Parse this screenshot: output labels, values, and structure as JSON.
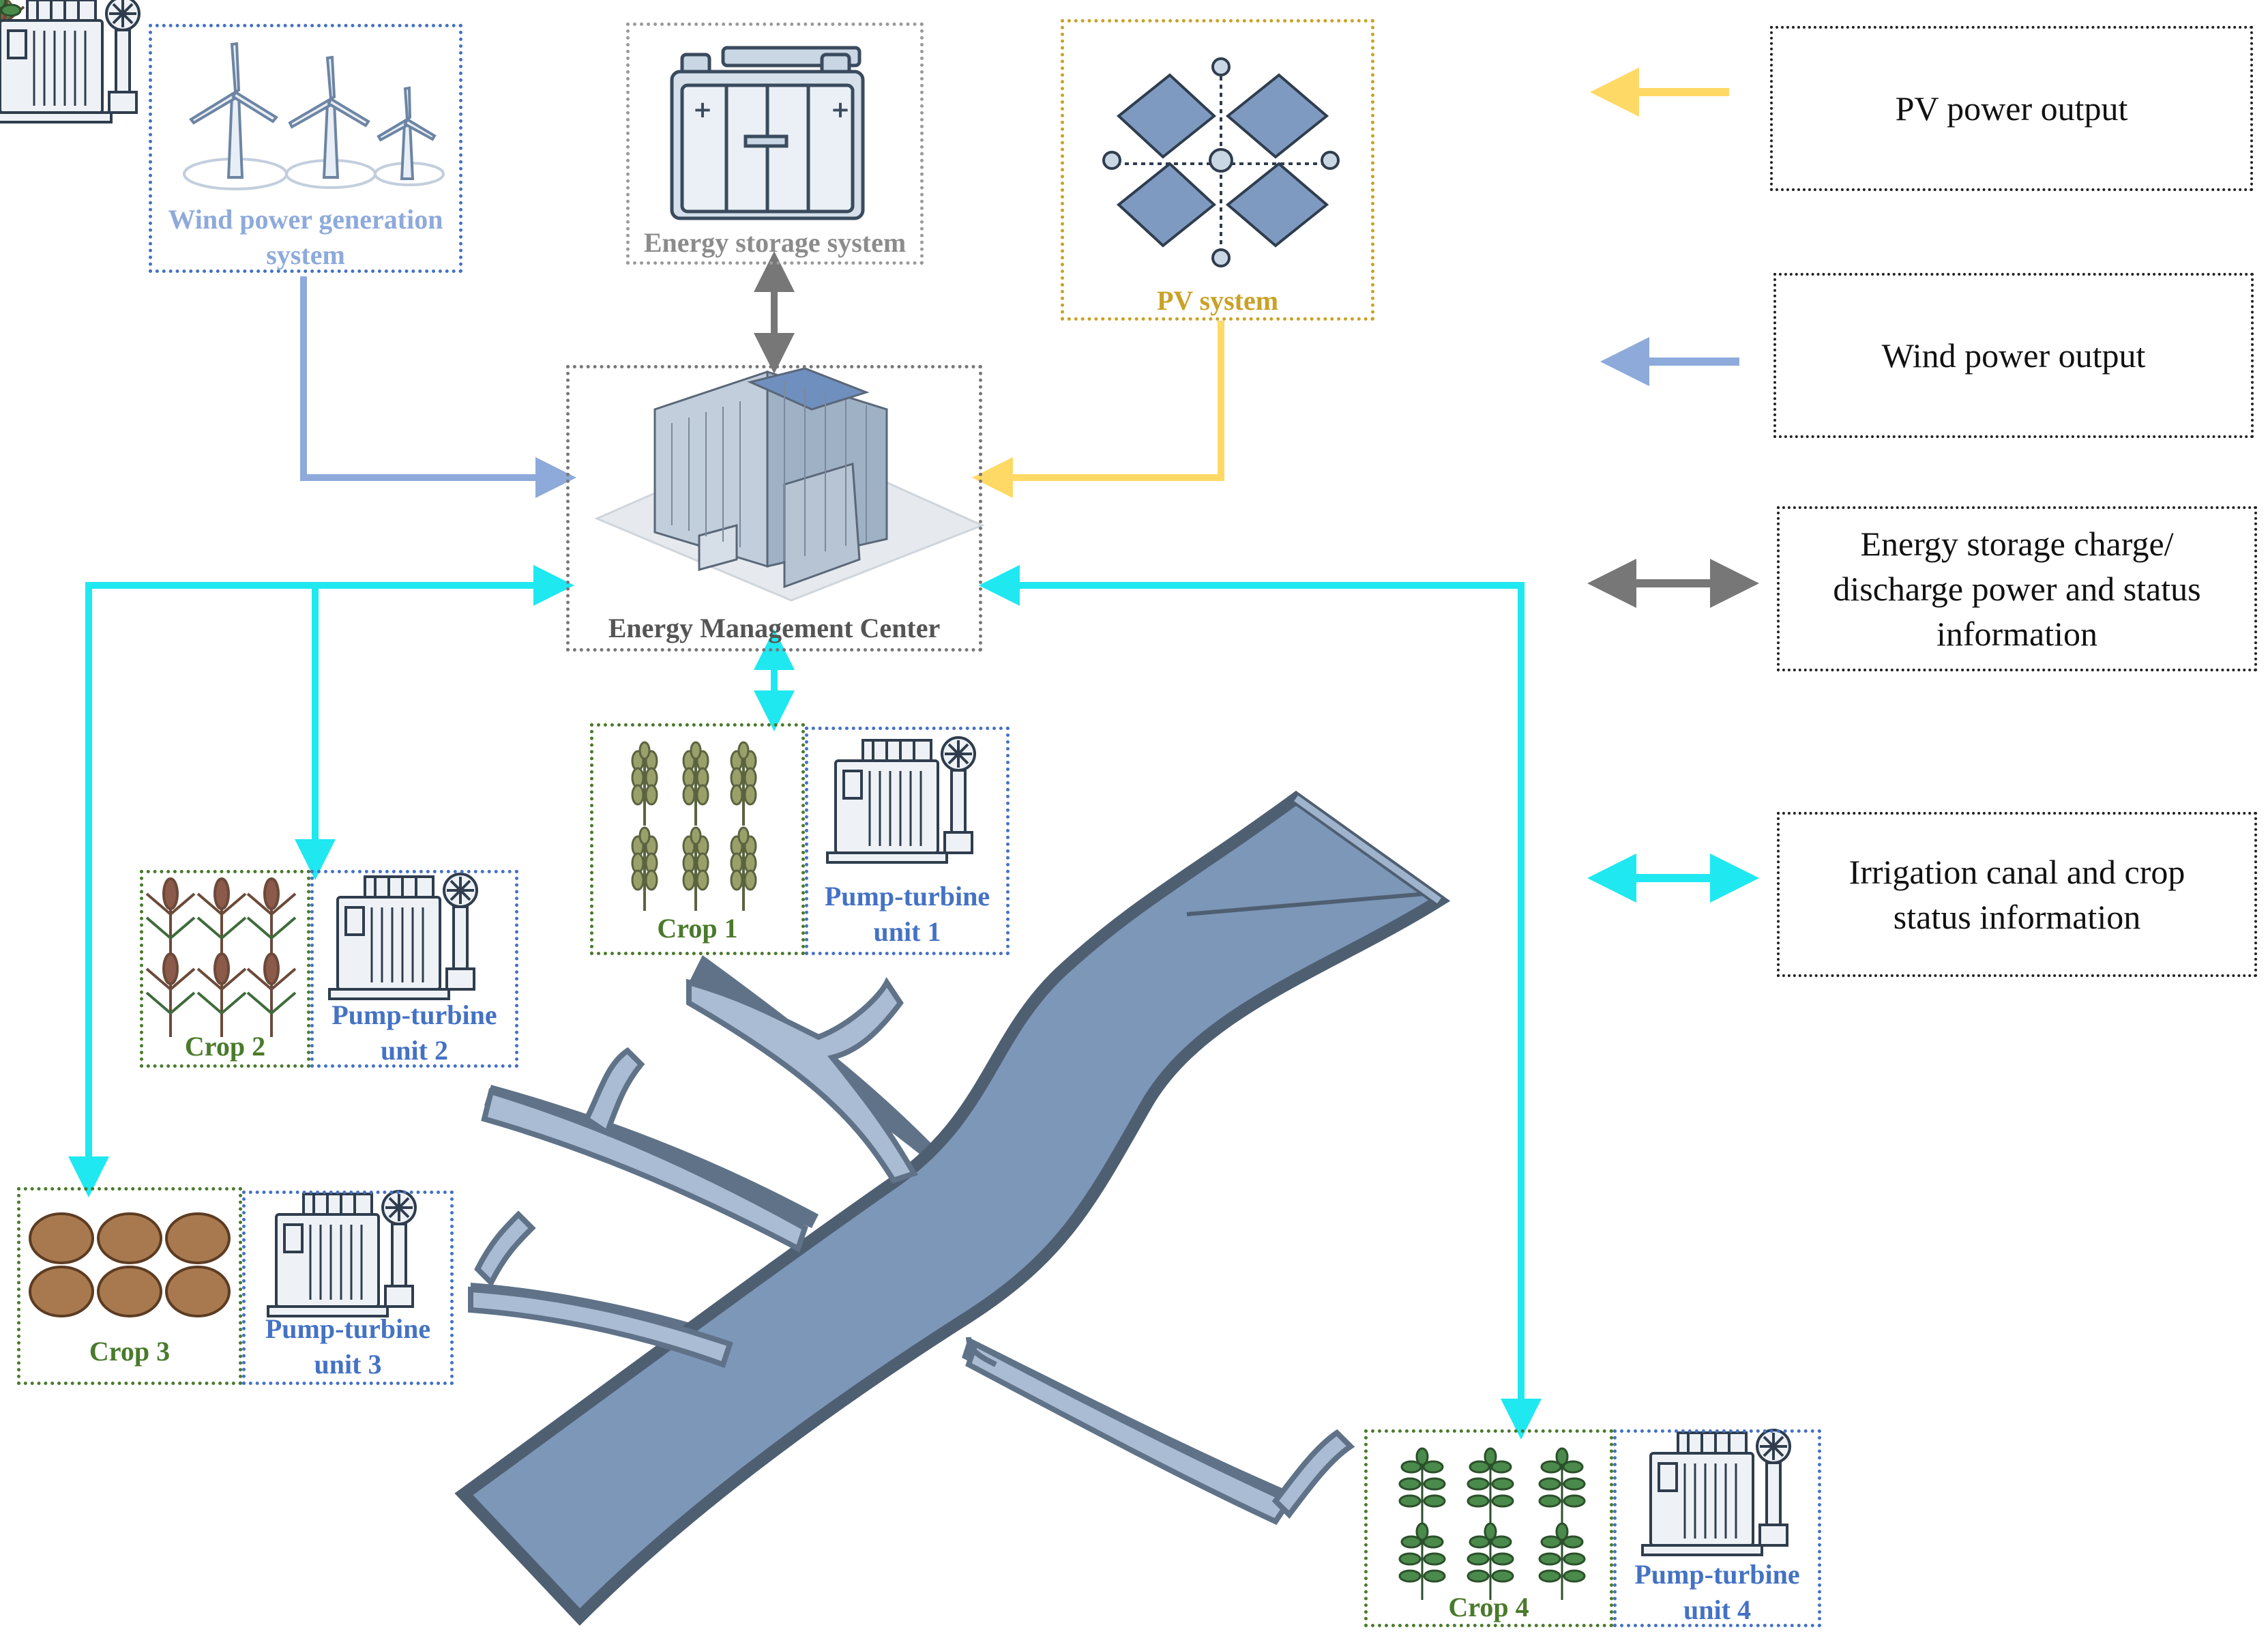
{
  "nodes": {
    "wind": {
      "label": "Wind power generation system",
      "color": "#8eaadb"
    },
    "storage": {
      "label": "Energy storage system",
      "color": "#8c8c8c"
    },
    "pv": {
      "label": "PV system",
      "color": "#c9a227"
    },
    "emc": {
      "label": "Energy Management Center",
      "color": "#555555"
    },
    "crop1": {
      "label": "Crop 1"
    },
    "pump1": {
      "label": "Pump-turbine unit 1"
    },
    "crop2": {
      "label": "Crop 2"
    },
    "pump2": {
      "label": "Pump-turbine unit 2"
    },
    "crop3": {
      "label": "Crop 3"
    },
    "pump3": {
      "label": "Pump-turbine unit 3"
    },
    "crop4": {
      "label": "Crop 4"
    },
    "pump4": {
      "label": "Pump-turbine unit 4"
    }
  },
  "legend": {
    "pv_output": "PV power output",
    "wind_output": "Wind power output",
    "storage_info": "Energy storage charge/ discharge power and status information",
    "irrigation_info": "Irrigation canal and crop status information"
  },
  "colors": {
    "pv_arrow": "#ffd966",
    "wind_arrow": "#8eaadb",
    "storage_arrow": "#777777",
    "irrigation_arrow": "#1fe8f0",
    "crop_label": "#4a7a2c",
    "pump_label": "#4472c4",
    "canal": "#7d97b8"
  }
}
